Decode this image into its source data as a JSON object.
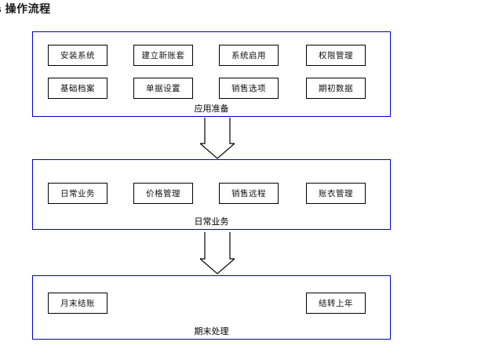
{
  "page": {
    "title": "s 操作流程",
    "background_color": "#ffffff",
    "panel_border_color": "#0000cd",
    "node_border_color": "#000000",
    "text_color": "#000000"
  },
  "sections": [
    {
      "id": "preparation",
      "label": "应用准备",
      "rows": [
        [
          {
            "label": "安装系统"
          },
          {
            "label": "建立新账套"
          },
          {
            "label": "系统启用"
          },
          {
            "label": "权限管理"
          }
        ],
        [
          {
            "label": "基础档案"
          },
          {
            "label": "单据设置"
          },
          {
            "label": "销售选项"
          },
          {
            "label": "期初数据"
          }
        ]
      ]
    },
    {
      "id": "daily-business",
      "label": "日常业务",
      "rows": [
        [
          {
            "label": "日常业务"
          },
          {
            "label": "价格管理"
          },
          {
            "label": "销售远程"
          },
          {
            "label": "账衣管理"
          }
        ]
      ]
    },
    {
      "id": "period-end",
      "label": "期末处理",
      "rows": [
        [
          {
            "label": "月末结账"
          },
          {
            "label": "结转上年"
          }
        ]
      ]
    }
  ],
  "connectors": [
    {
      "id": "arrow-preparation-to-daily",
      "icon": "down-block-arrow-icon",
      "from": "preparation",
      "to": "daily-business"
    },
    {
      "id": "arrow-daily-to-period-end",
      "icon": "down-block-arrow-icon",
      "from": "daily-business",
      "to": "period-end"
    }
  ]
}
